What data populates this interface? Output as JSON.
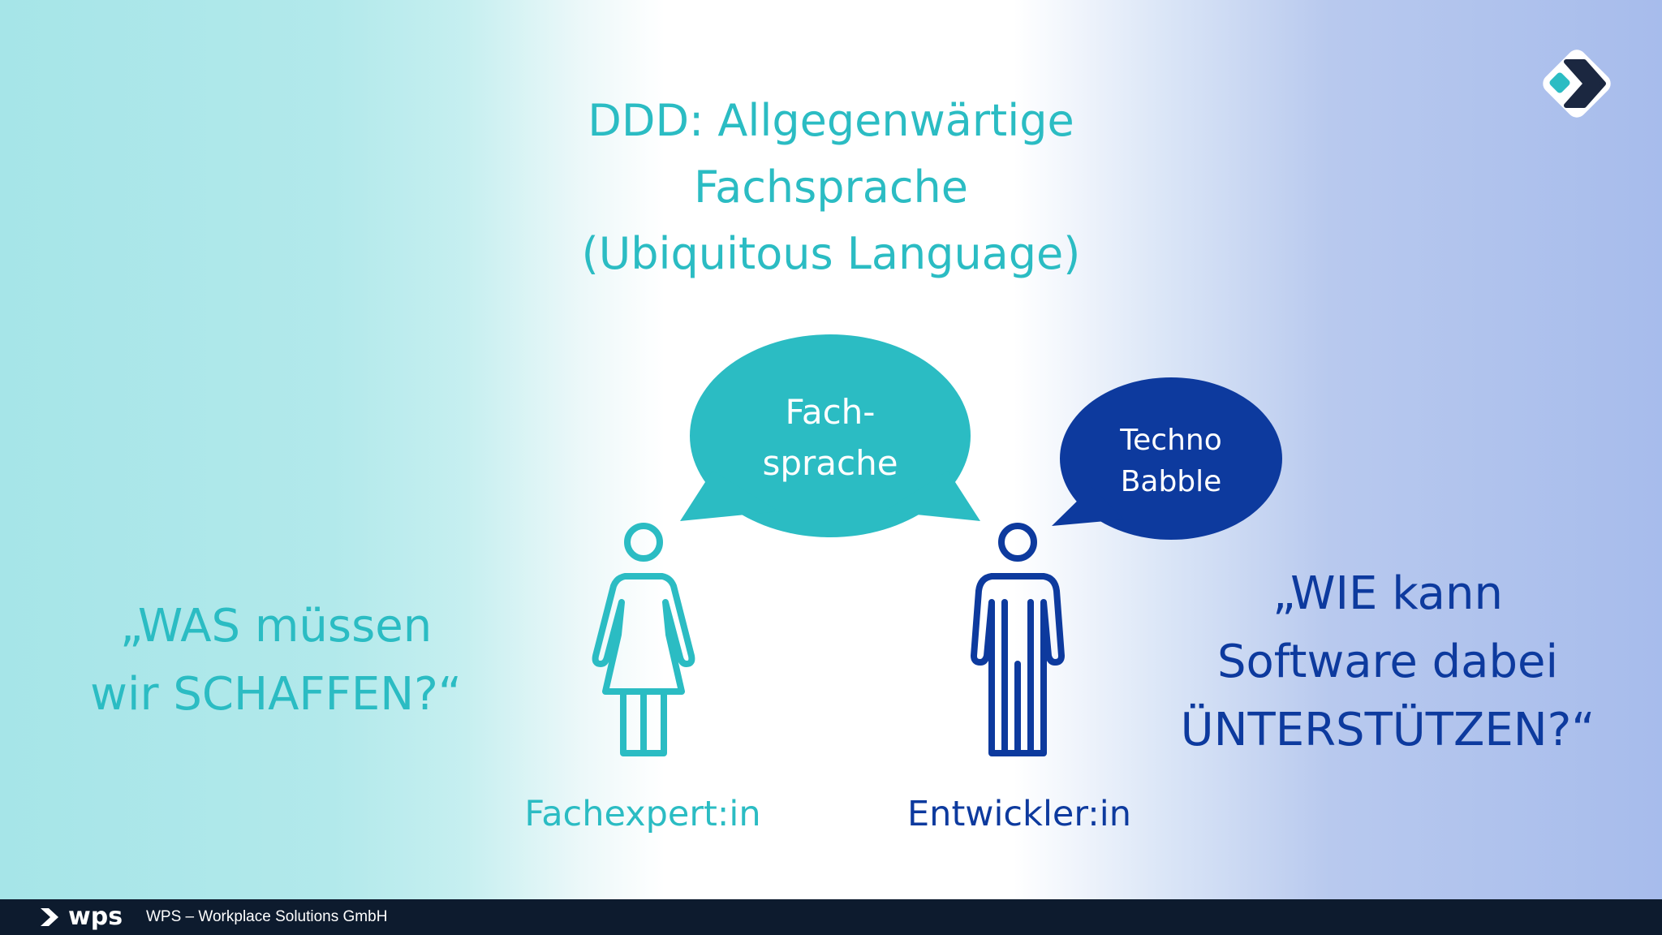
{
  "slide": {
    "title_lines": [
      "DDD: Allgegenwärtige",
      "Fachsprache",
      "(Ubiquitous Language)"
    ],
    "quote_left_lines": [
      "„WAS müssen",
      "wir SCHAFFEN?“"
    ],
    "quote_right_lines": [
      "„WIE kann",
      "Software dabei",
      "ÜNTERSTÜTZEN?“"
    ],
    "bubble_left_lines": [
      "Fach-",
      "sprache"
    ],
    "bubble_right_lines": [
      "Techno",
      "Babble"
    ],
    "person_left_label": "Fachexpert:in",
    "person_right_label": "Entwickler:in"
  },
  "footer": {
    "brand": "wps",
    "company": "WPS – Workplace Solutions GmbH"
  },
  "colors": {
    "teal": "#2bbcc3",
    "navy": "#0d3a9e",
    "footer_bg": "#0d1b2e",
    "logo_dark": "#1b2740",
    "logo_teal": "#2bbcc3"
  },
  "icons": [
    "female-person-icon",
    "male-person-icon",
    "speech-bubble-icon",
    "wps-logo-icon",
    "wps-arrow-icon"
  ]
}
